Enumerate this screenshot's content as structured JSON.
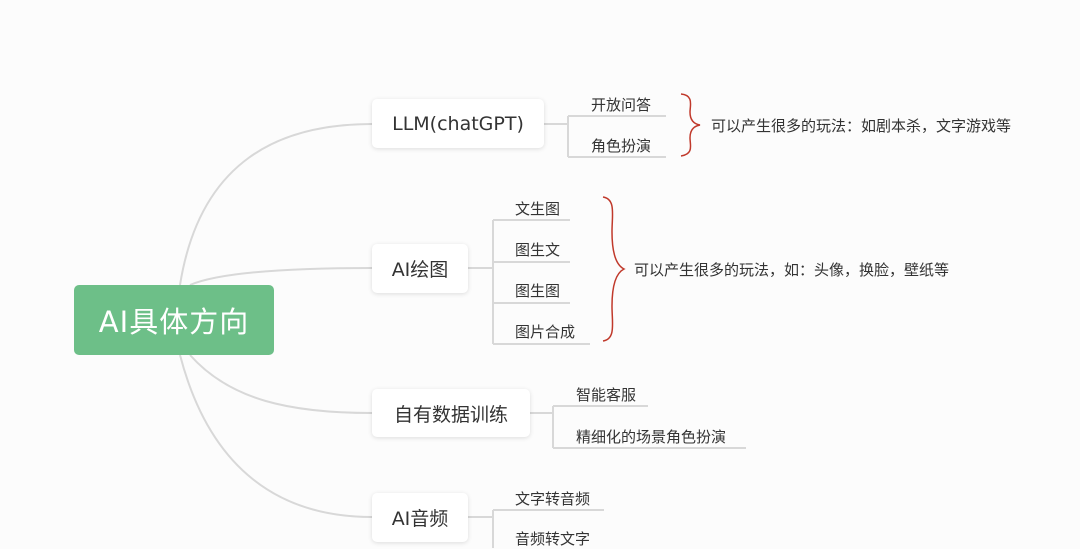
{
  "root": {
    "label": "AI具体方向"
  },
  "branches": [
    {
      "label": "LLM(chatGPT)",
      "children": [
        "开放问答",
        "角色扮演"
      ],
      "note": "可以产生很多的玩法：如剧本杀，文字游戏等"
    },
    {
      "label": "AI绘图",
      "children": [
        "文生图",
        "图生文",
        "图生图",
        "图片合成"
      ],
      "note": "可以产生很多的玩法，如：头像，换脸，壁纸等"
    },
    {
      "label": "自有数据训练",
      "children": [
        "智能客服",
        "精细化的场景角色扮演"
      ]
    },
    {
      "label": "AI音频",
      "children": [
        "文字转音频",
        "音频转文字"
      ]
    }
  ],
  "colors": {
    "root_fill": "#6dbf88",
    "connector": "#d8d8d8",
    "brace": "#c0392b"
  }
}
